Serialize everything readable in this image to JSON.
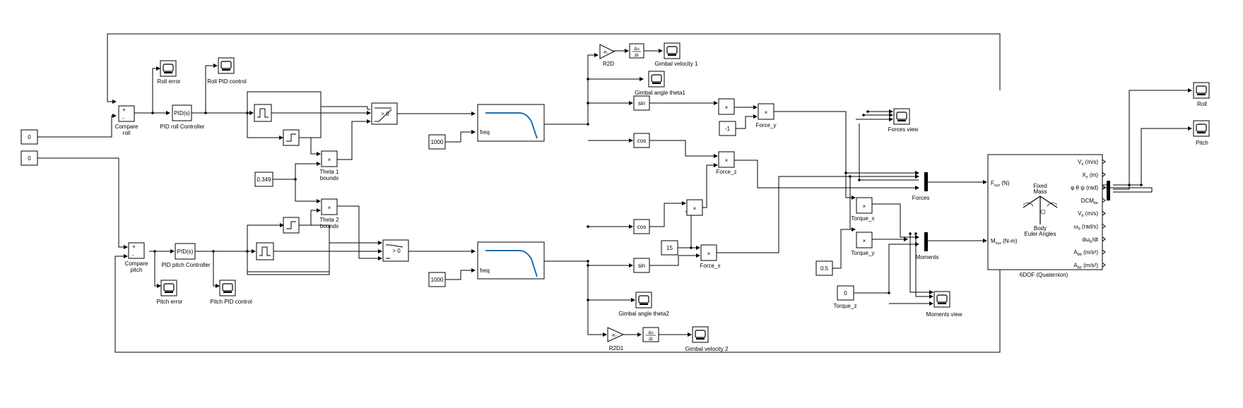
{
  "blocks": {
    "const_roll": "0",
    "const_pitch": "0",
    "const_theta": "0.349",
    "const_freq1": "1000",
    "const_freq2": "1000",
    "const_neg1": "-1",
    "const_15": "15",
    "const_05": "0.5",
    "const_torquez": "0",
    "pid_roll": "PID(s)",
    "pid_pitch": "PID(s)",
    "gain_r2d": "-K-",
    "gain_r2d1": "-K-",
    "deriv_top": "Δu",
    "deriv_bot": "Δt",
    "sin": "sin",
    "cos": "cos",
    "times": "×",
    "switch_cond": "> 0",
    "freq_port": "freq",
    "plus": "+",
    "minus": "-"
  },
  "labels": {
    "roll_error": "Roll error",
    "roll_pid_control": "Roll PID control",
    "compare_roll_1": "Compare",
    "compare_roll_2": "roll",
    "pid_roll_controller": "PID roll Controller",
    "compare_pitch_1": "Compare",
    "compare_pitch_2": "pitch",
    "pid_pitch_controller": "PID pitch Controller",
    "pitch_error": "Pitch error",
    "pitch_pid_control": "Pitch PID control",
    "theta1_1": "Theta 1",
    "theta1_2": "bounds",
    "theta2_1": "Theta 2",
    "theta2_2": "bounds",
    "r2d": "R2D",
    "gimbal_velocity_1": "Gimbal velocity 1",
    "gimbal_angle_theta1": "Gimbal angle theta1",
    "r2d1": "R2D1",
    "gimbal_velocity_2": "Gimbal velocity 2",
    "gimbal_angle_theta2": "Gimbal angle theta2",
    "force_y": "Force_y",
    "force_z": "Force_z",
    "force_x": "Force_x",
    "forces_view": "Forces view",
    "forces": "Forces",
    "torque_x": "Torque_x",
    "torque_y": "Torque_y",
    "torque_z": "Torque_z",
    "moments": "Moments",
    "moments_view": "Moments view",
    "sixdof": "6DOF (Quaternion)",
    "roll": "Roll",
    "pitch": "Pitch"
  },
  "sixdof": {
    "in_f": "F",
    "in_f_sub": "xyz",
    "in_f_unit": " (N)",
    "in_m": "M",
    "in_m_sub": "xyz",
    "in_m_unit": " (N-m)",
    "fixed": "Fixed",
    "mass": "Mass",
    "body": "Body",
    "euler": "Euler Angles",
    "outputs": [
      [
        "V",
        "e",
        " (m/s)"
      ],
      [
        "X",
        "e",
        " (m)"
      ],
      [
        "φ θ ψ (rad)",
        "",
        ""
      ],
      [
        "DCM",
        "be",
        ""
      ],
      [
        "V",
        "b",
        " (m/s)"
      ],
      [
        "ω",
        "b",
        " (rad/s)"
      ],
      [
        "dω",
        "b",
        "/dt"
      ],
      [
        "A",
        "bb",
        " (m/s²)"
      ],
      [
        "A",
        "be",
        " (m/s²)"
      ]
    ]
  },
  "colors": {
    "line": "#000000",
    "background": "#ffffff",
    "filter_curve": "#1f6fb2"
  }
}
